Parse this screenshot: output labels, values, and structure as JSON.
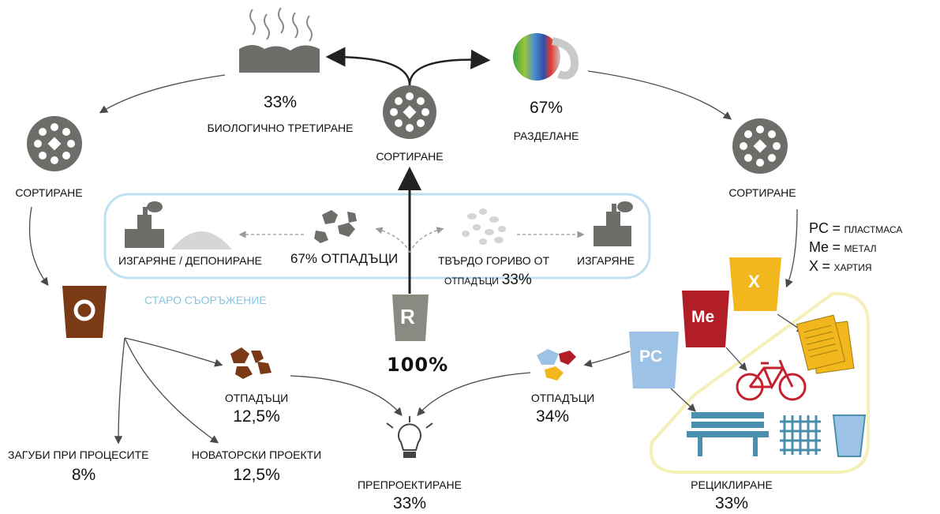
{
  "top": {
    "bio_pct": "33%",
    "bio_label": "БИОЛОГИЧНО ТРЕТИРАНЕ",
    "sep_pct": "67%",
    "sep_label": "РАЗДЕЛАНЕ",
    "center_sort_label": "СОРТИРАНЕ"
  },
  "left": {
    "sort_label": "СОРТИРАНЕ",
    "bin_letter": "O",
    "loss_label": "ЗАГУБИ ПРИ ПРОЦЕСИТЕ",
    "loss_pct": "8%",
    "innov_label": "НОВАТОРСКИ ПРОЕКТИ",
    "innov_pct": "12,5%",
    "waste_label": "ОТПАДЪЦИ",
    "waste_pct": "12,5%"
  },
  "old_facility": {
    "title": "СТАРО СЪОРЪЖЕНИЕ",
    "burn_landfill": "ИЗГАРЯНЕ / ДЕПОНИРАНЕ",
    "waste_67": "67% ОТПАДЪЦИ",
    "rdf_line1": "ТВЪРДО ГОРИВО ОТ",
    "rdf_line2_text": "ОТПАДЪЦИ",
    "rdf_line2_pct": "33%",
    "burn": "ИЗГАРЯНЕ"
  },
  "center": {
    "bin_letter": "R",
    "pct": "100%",
    "redesign_label": "ПРЕПРОЕКТИРАНЕ",
    "redesign_pct": "33%"
  },
  "right": {
    "sort_label": "СОРТИРАНЕ",
    "legend": [
      {
        "code": "PC",
        "eq": "=",
        "name": "ПЛАСТМАСА"
      },
      {
        "code": "Me",
        "eq": "=",
        "name": "МЕТАЛ"
      },
      {
        "code": "X",
        "eq": "=",
        "name": "ХАРТИЯ"
      }
    ],
    "bin_x": "X",
    "bin_me": "Me",
    "bin_pc": "PC",
    "waste_label": "ОТПАДЪЦИ",
    "waste_pct": "34%",
    "recycle_label": "РЕЦИКЛИРАНЕ",
    "recycle_pct": "33%"
  },
  "colors": {
    "machine": "#6e6d69",
    "brown_bin": "#7a3a16",
    "grey_bin": "#8a8a82",
    "red_bin": "#b21e26",
    "yellow_bin": "#f2b71c",
    "blue_bin": "#9cc3e6",
    "old_frame": "#bfe0ef",
    "recycle_frame": "#f4f0b8",
    "arrow": "#4a4a4a"
  },
  "icons": [
    "steam-heap-icon",
    "color-separation-icon",
    "sorting-drum-icon",
    "factory-icon",
    "landfill-mound-icon",
    "waste-blob-icon",
    "pellet-icon",
    "bulb-icon",
    "paper-stack-icon",
    "bicycle-icon",
    "bench-icon",
    "grid-icon",
    "cup-icon"
  ]
}
